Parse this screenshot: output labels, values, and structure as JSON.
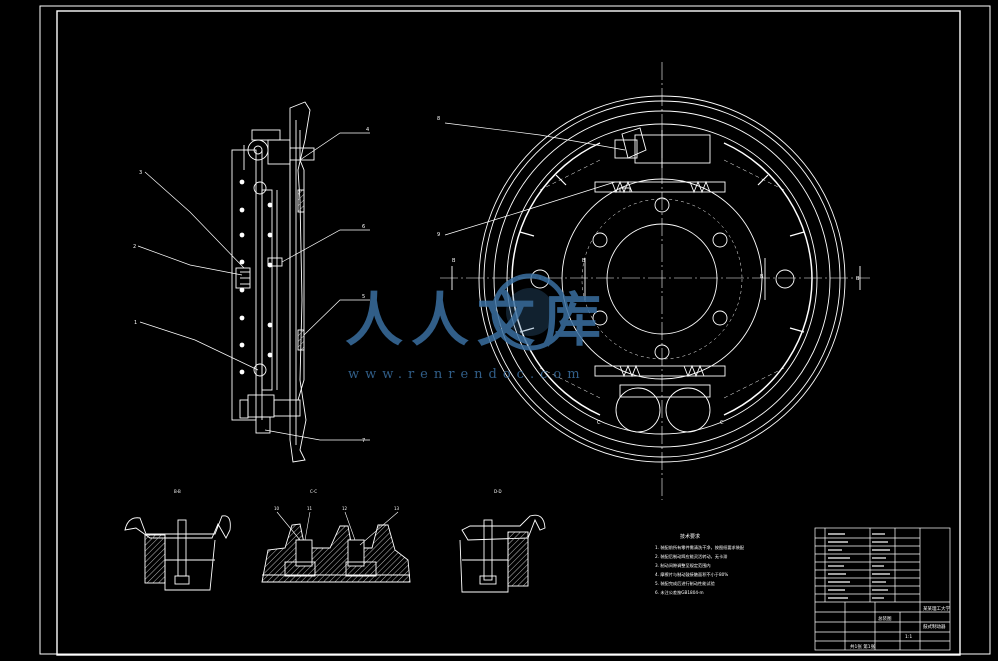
{
  "colors": {
    "background": "#000000",
    "line": "#ffffff",
    "hatch": "#c8c8c8",
    "watermark": "#3a6fa0"
  },
  "labels": {
    "left_view": [
      "4",
      "6",
      "3",
      "2",
      "1",
      "5",
      "7"
    ],
    "right_view": [
      "8",
      "9"
    ],
    "section_marks": [
      "B",
      "B",
      "B",
      "B",
      "C",
      "C"
    ]
  },
  "section_views": {
    "bb": "B-B",
    "cc": "C-C",
    "dd": "D-D",
    "cc_callouts": [
      "10",
      "11",
      "12",
      "13"
    ]
  },
  "notes": {
    "title": "技术要求",
    "items": [
      "1. 装配前所有零件需清洗干净，按图纸要求装配",
      "2. 装配后制动蹄应能灵活转动，无卡滞",
      "3. 制动间隙调整至规定范围内",
      "4. 摩擦片与制动鼓接触面积不小于80%",
      "5. 装配完成后进行制动性能试验",
      "6. 未注公差按GB1804-m"
    ]
  },
  "title_block": {
    "drawing_name": "总装图",
    "org": "某某理工大学",
    "project": "鼓式制动器",
    "scale": "1:1",
    "sheet": "共1张 第1张"
  },
  "watermark": {
    "text": "人人文库",
    "url": "www.renrendoc.com"
  }
}
